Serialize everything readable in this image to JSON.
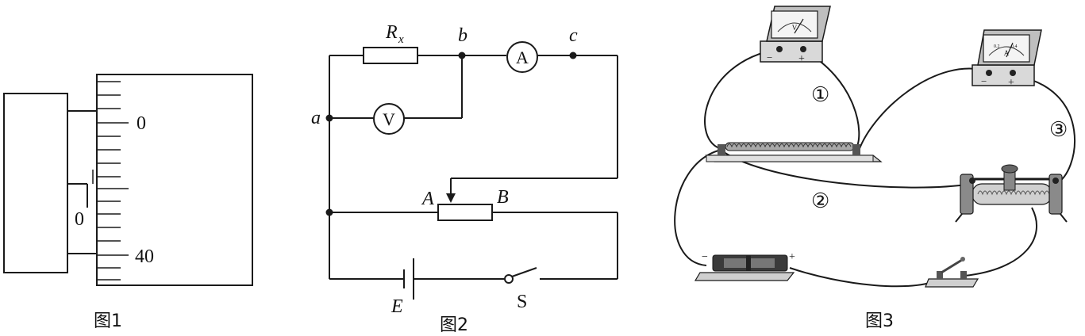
{
  "figure1": {
    "caption": "图1",
    "main_scale_label_0": "0",
    "main_scale_label_40": "40",
    "vernier_label_0": "0"
  },
  "figure2": {
    "caption": "图2",
    "resistor_label": "R",
    "resistor_subscript": "x",
    "node_a": "a",
    "node_b": "b",
    "node_c": "c",
    "ammeter_symbol": "A",
    "voltmeter_symbol": "V",
    "rheostat_end_A": "A",
    "rheostat_end_B": "B",
    "battery_label": "E",
    "switch_label": "S"
  },
  "figure3": {
    "caption": "图3",
    "voltmeter_symbol": "V",
    "ammeter_symbol": "A",
    "voltmeter_minus": "−",
    "voltmeter_plus": "+",
    "ammeter_minus": "−",
    "ammeter_plus": "+",
    "ammeter_scale_a": "0.2",
    "ammeter_scale_b": "0.4",
    "battery_minus": "−",
    "battery_plus": "+",
    "wire_1": "①",
    "wire_2": "②",
    "wire_3": "③"
  }
}
